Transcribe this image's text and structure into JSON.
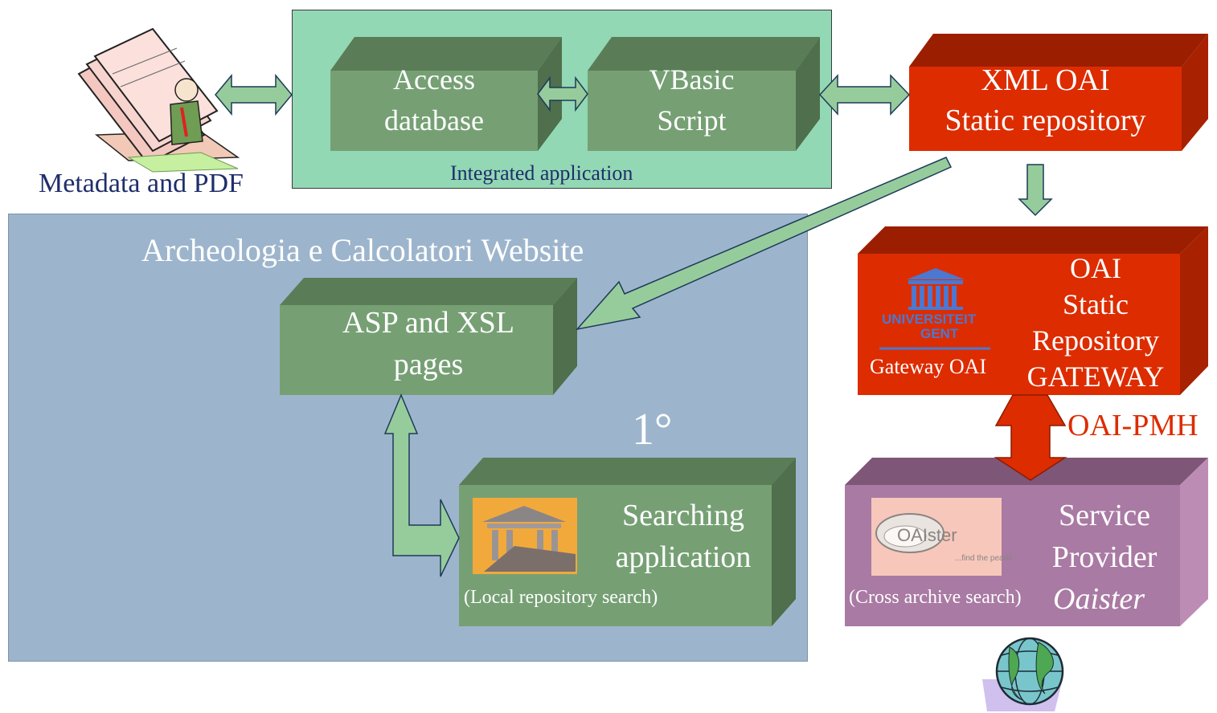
{
  "diagram": {
    "source_label": "Metadata and PDF",
    "integrated_app": {
      "caption": "Integrated application",
      "access_db": [
        "Access",
        "database"
      ],
      "vbasic": [
        "VBasic",
        "Script"
      ]
    },
    "xml_repo": [
      "XML OAI",
      "Static repository"
    ],
    "website": {
      "title": "Archeologia e Calcolatori Website",
      "asp_pages": [
        "ASP and  XSL",
        "pages"
      ],
      "step_label": "1°",
      "search_app": [
        "Searching",
        "application"
      ],
      "search_app_caption": "(Local repository search)"
    },
    "gateway": {
      "lines": [
        "OAI",
        "Static",
        "Repository",
        "GATEWAY"
      ],
      "logo_caption": "Gateway OAI",
      "logo_text": [
        "UNIVERSITEIT",
        "GENT"
      ]
    },
    "protocol_label": "OAI-PMH",
    "service_provider": {
      "lines": [
        "Service",
        "Provider"
      ],
      "name": "Oaister",
      "caption": "(Cross archive search)",
      "logo_text": "OAIster",
      "logo_tagline": "...find the pearls"
    }
  },
  "colors": {
    "green_box": "#76a074",
    "green_box_top": "#5a7d57",
    "green_box_side": "#4f6f4d",
    "red_box": "#dd2c00",
    "purple_box": "#a97aa3",
    "arrow_green": "#96cc9b",
    "protocol_red": "#dd2c00",
    "panel_blue": "#9db5cc",
    "panel_green": "#92d8b4"
  }
}
